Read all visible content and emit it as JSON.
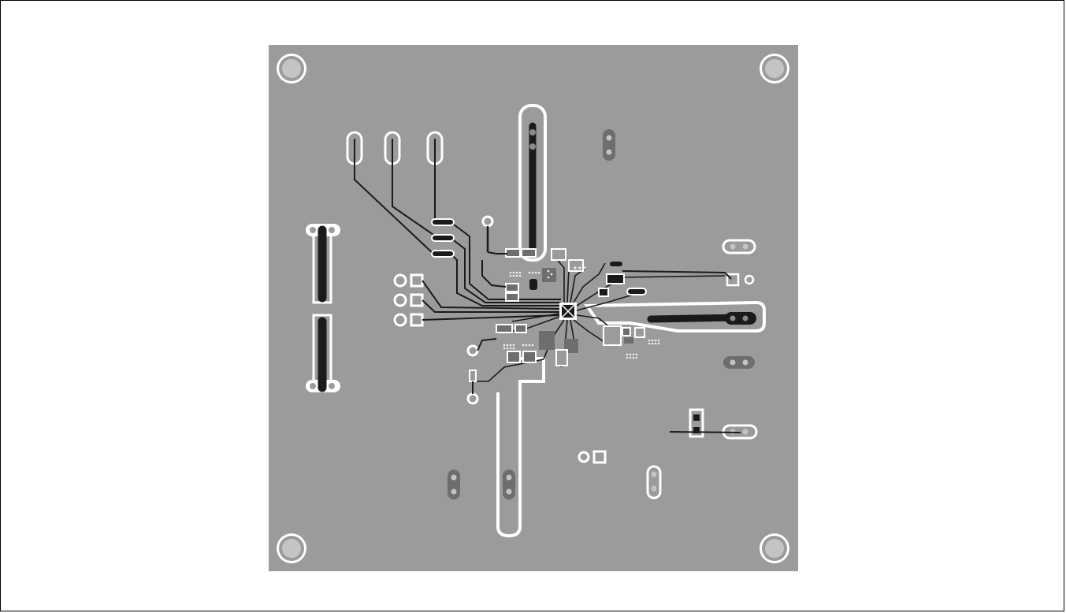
{
  "figure": {
    "kind": "pcb-layout-view",
    "layer_view": "bottom copper",
    "colors": {
      "board": "#9b9b9b",
      "copper": "#1a1a1a",
      "clearance": "#ffffff",
      "dark_pad": "#6e6e6e",
      "mounting_hole": "#bdbdbd",
      "frame": "#000000"
    },
    "mounting_holes": 4,
    "connector_header_pins": 6
  }
}
